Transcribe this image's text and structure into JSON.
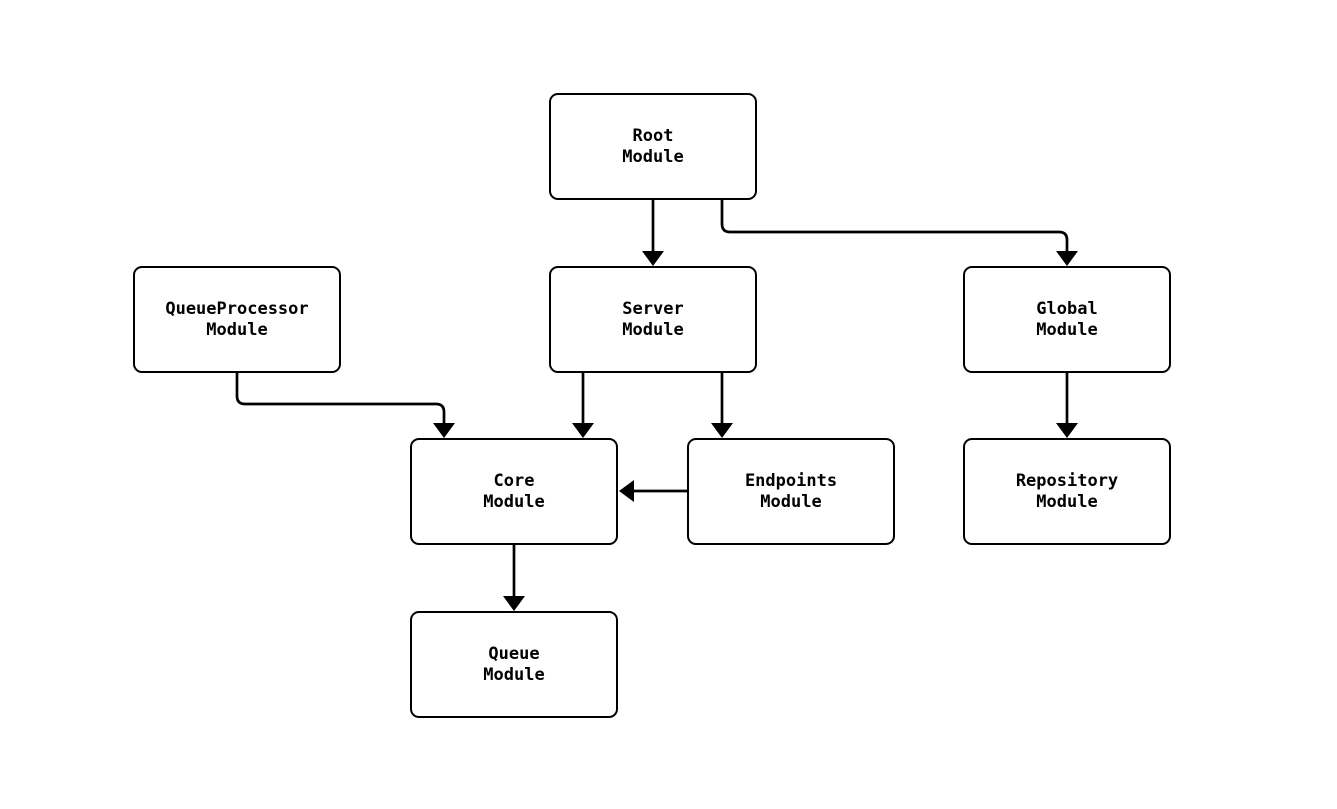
{
  "diagram": {
    "type": "flowchart",
    "background_color": "#ffffff",
    "node_fill_color": "#ffffff",
    "node_border_color": "#000000",
    "text_color": "#000000",
    "edge_color": "#000000"
  },
  "nodes": {
    "root": {
      "lines": [
        "Root",
        "Module"
      ],
      "label": "Root Module"
    },
    "queueprocessor": {
      "lines": [
        "QueueProcessor",
        "Module"
      ],
      "label": "QueueProcessor Module"
    },
    "server": {
      "lines": [
        "Server",
        "Module"
      ],
      "label": "Server Module"
    },
    "global": {
      "lines": [
        "Global",
        "Module"
      ],
      "label": "Global Module"
    },
    "core": {
      "lines": [
        "Core",
        "Module"
      ],
      "label": "Core Module"
    },
    "endpoints": {
      "lines": [
        "Endpoints",
        "Module"
      ],
      "label": "Endpoints Module"
    },
    "repository": {
      "lines": [
        "Repository",
        "Module"
      ],
      "label": "Repository Module"
    },
    "queue": {
      "lines": [
        "Queue",
        "Module"
      ],
      "label": "Queue Module"
    }
  },
  "edges": [
    {
      "from": "Root Module",
      "to": "Server Module",
      "arrow": "down"
    },
    {
      "from": "Root Module",
      "to": "Global Module",
      "arrow": "down"
    },
    {
      "from": "QueueProcessor Module",
      "to": "Core Module",
      "arrow": "down"
    },
    {
      "from": "Server Module",
      "to": "Core Module",
      "arrow": "down"
    },
    {
      "from": "Server Module",
      "to": "Endpoints Module",
      "arrow": "down"
    },
    {
      "from": "Endpoints Module",
      "to": "Core Module",
      "arrow": "left"
    },
    {
      "from": "Global Module",
      "to": "Repository Module",
      "arrow": "down"
    },
    {
      "from": "Core Module",
      "to": "Queue Module",
      "arrow": "down"
    }
  ]
}
